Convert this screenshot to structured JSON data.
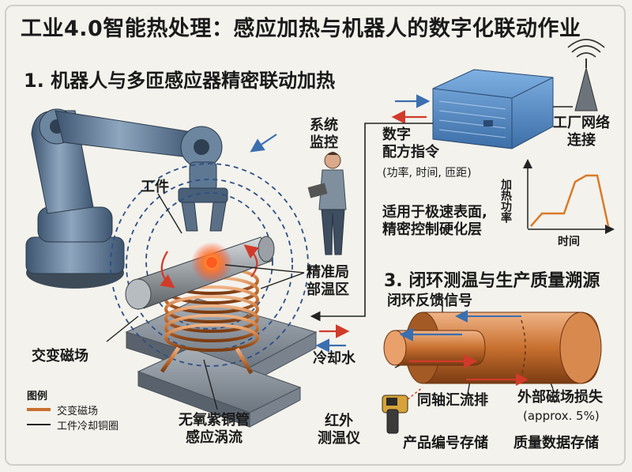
{
  "title": "工业4.0智能热处理：感应加热与机器人的数字化联动作业",
  "section1": "1. 机器人与多匝感应器精密联动加热",
  "section3": "3. 闭环测温与生产质量溯源",
  "labels": {
    "workpiece": "工件",
    "system_monitor_1": "系统",
    "system_monitor_2": "监控",
    "digital_recipe_1": "数字",
    "digital_recipe_2": "配方指令",
    "recipe_params": "(功率, 时间, 匝距)",
    "factory_network_1": "工厂网络",
    "factory_network_2": "连接",
    "fast_surface_1": "适用于极速表面,",
    "fast_surface_2": "精密控制硬化层",
    "chart_ylabel": "加热功率",
    "chart_xlabel": "时间",
    "precise_zone_1": "精准局",
    "precise_zone_2": "部温区",
    "alt_field": "交变磁场",
    "cooling_water": "冷却水",
    "copper_tube_1": "无氧紫铜管",
    "copper_tube_2": "感应涡流",
    "ir_thermo_1": "红外",
    "ir_thermo_2": "测温仪",
    "coaxial_busbar": "同轴汇流排",
    "closed_loop": "闭环反馈信号",
    "ext_loss": "外部磁场损失",
    "ext_loss_pct": "(approx. 5%)",
    "product_id": "产品编号存储",
    "quality_data": "质量数据存储"
  },
  "legend": {
    "title": "图例",
    "items": [
      "交变磁场",
      "工件冷却铜圈"
    ]
  },
  "colors": {
    "copper": "#c8702f",
    "copper_light": "#e6a06a",
    "robot_blue": "#5e7fa0",
    "plc_blue": "#4f87c8",
    "arrow_red": "#d23a2a",
    "arrow_blue": "#3a6fb0",
    "field_blue": "#2d4f86",
    "chart_line": "#d97a2a"
  },
  "chart_data": {
    "type": "line",
    "xlabel": "时间",
    "ylabel": "加热功率",
    "x": [
      0,
      1,
      2,
      3,
      4,
      5,
      6,
      7
    ],
    "values": [
      0,
      2,
      2,
      2,
      7,
      8,
      8,
      0
    ],
    "grid": false
  }
}
